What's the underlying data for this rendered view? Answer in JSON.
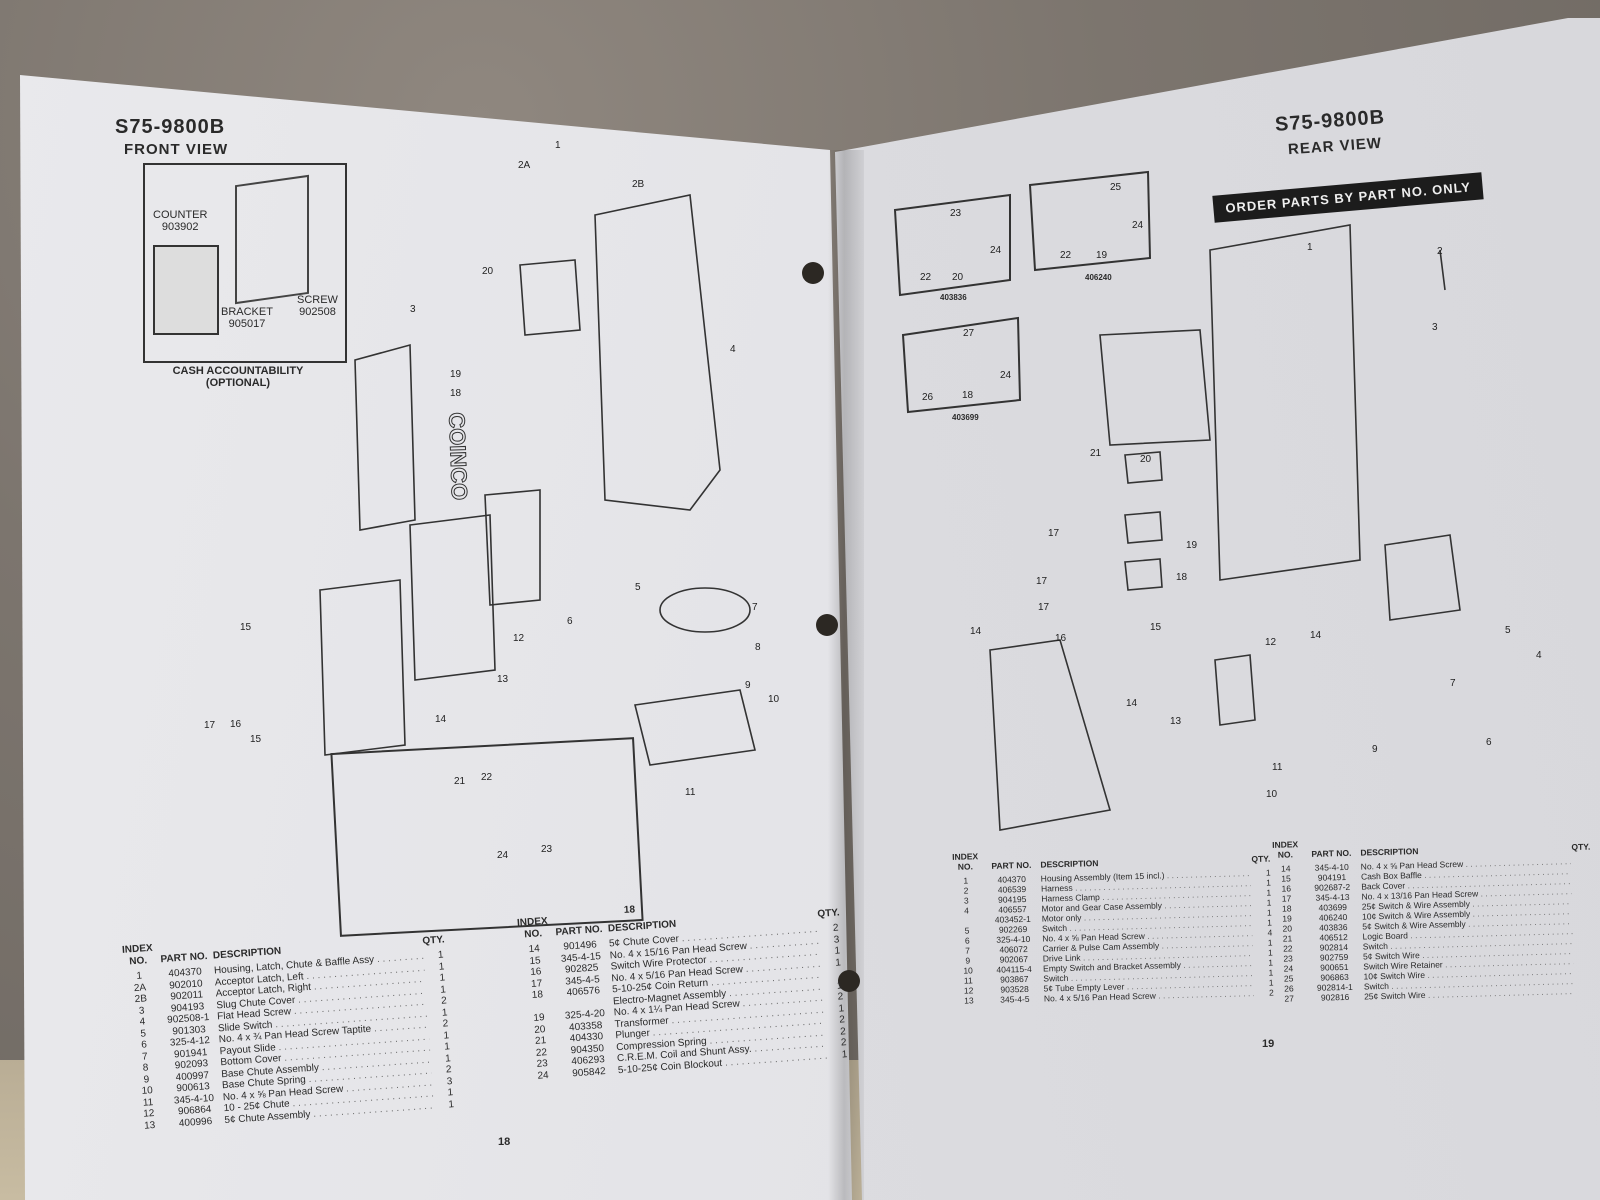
{
  "left_page": {
    "model": "S75-9800B",
    "view": "FRONT VIEW",
    "inset": {
      "counter_label": "COUNTER",
      "counter_part": "903902",
      "bracket_label": "BRACKET",
      "bracket_part": "905017",
      "screw_label": "SCREW",
      "screw_part": "902508",
      "caption": "CASH ACCOUNTABILITY",
      "caption_sub": "(OPTIONAL)"
    },
    "logo_text": "COINCO",
    "detail_box_number": "18",
    "callouts": [
      "1",
      "2A",
      "2B",
      "20",
      "3",
      "19",
      "18",
      "4",
      "5",
      "6",
      "7",
      "8",
      "9",
      "10",
      "11",
      "12",
      "13",
      "14",
      "15",
      "15",
      "16",
      "17",
      "21",
      "22",
      "23",
      "24"
    ],
    "page_number": "18",
    "table_headers": {
      "index": "INDEX NO.",
      "part": "PART NO.",
      "description": "DESCRIPTION",
      "qty": "QTY."
    },
    "table1": [
      {
        "index": "1",
        "part": "404370",
        "description": "Housing, Latch, Chute & Baffle Assy",
        "qty": "1"
      },
      {
        "index": "2A",
        "part": "902010",
        "description": "Acceptor Latch, Left",
        "qty": "1"
      },
      {
        "index": "2B",
        "part": "902011",
        "description": "Acceptor Latch, Right",
        "qty": "1"
      },
      {
        "index": "3",
        "part": "904193",
        "description": "Slug Chute Cover",
        "qty": "1"
      },
      {
        "index": "4",
        "part": "902508-1",
        "description": "Flat Head Screw",
        "qty": "2"
      },
      {
        "index": "5",
        "part": "901303",
        "description": "Slide Switch",
        "qty": "1"
      },
      {
        "index": "6",
        "part": "325-4-12",
        "description": "No. 4 x ¾ Pan Head Screw Taptite",
        "qty": "2"
      },
      {
        "index": "7",
        "part": "901941",
        "description": "Payout Slide",
        "qty": "1"
      },
      {
        "index": "8",
        "part": "902093",
        "description": "Bottom Cover",
        "qty": "1"
      },
      {
        "index": "9",
        "part": "400997",
        "description": "Base Chute Assembly",
        "qty": "1"
      },
      {
        "index": "10",
        "part": "900613",
        "description": "Base Chute Spring",
        "qty": "2"
      },
      {
        "index": "11",
        "part": "345-4-10",
        "description": "No. 4 x ⅝ Pan Head Screw",
        "qty": "3"
      },
      {
        "index": "12",
        "part": "906864",
        "description": "10 - 25¢ Chute",
        "qty": "1"
      },
      {
        "index": "13",
        "part": "400996",
        "description": "5¢ Chute Assembly",
        "qty": "1"
      }
    ],
    "table2": [
      {
        "index": "14",
        "part": "901496",
        "description": "5¢ Chute Cover",
        "qty": "2"
      },
      {
        "index": "15",
        "part": "345-4-15",
        "description": "No. 4 x 15/16 Pan Head Screw",
        "qty": "3"
      },
      {
        "index": "16",
        "part": "902825",
        "description": "Switch Wire Protector",
        "qty": "1"
      },
      {
        "index": "17",
        "part": "345-4-5",
        "description": "No. 4 x 5/16 Pan Head Screw",
        "qty": "1"
      },
      {
        "index": "18",
        "part": "406576",
        "description": "5-10-25¢ Coin Return",
        "qty": ""
      },
      {
        "index": "",
        "part": "",
        "description": "  Electro-Magnet Assembly",
        "qty": "1"
      },
      {
        "index": "19",
        "part": "325-4-20",
        "description": "No. 4 x 1¼ Pan Head Screw",
        "qty": "2"
      },
      {
        "index": "20",
        "part": "403358",
        "description": "Transformer",
        "qty": "1"
      },
      {
        "index": "21",
        "part": "404330",
        "description": "Plunger",
        "qty": "2"
      },
      {
        "index": "22",
        "part": "904350",
        "description": "Compression Spring",
        "qty": "2"
      },
      {
        "index": "23",
        "part": "406293",
        "description": "C.R.E.M. Coil and Shunt Assy.",
        "qty": "2"
      },
      {
        "index": "24",
        "part": "905842",
        "description": "5-10-25¢ Coin Blockout",
        "qty": "1"
      }
    ]
  },
  "right_page": {
    "model": "S75-9800B",
    "view": "REAR VIEW",
    "banner": "ORDER PARTS BY PART NO. ONLY",
    "switch_insets": [
      {
        "part": "403836",
        "callouts": [
          "23",
          "24",
          "22",
          "20"
        ]
      },
      {
        "part": "406240",
        "callouts": [
          "25",
          "24",
          "22",
          "19"
        ]
      },
      {
        "part": "403699",
        "callouts": [
          "27",
          "24",
          "26",
          "18"
        ]
      }
    ],
    "callouts": [
      "1",
      "2",
      "3",
      "21",
      "20",
      "17",
      "19",
      "17",
      "18",
      "17",
      "15",
      "14",
      "16",
      "14",
      "12",
      "13",
      "11",
      "10",
      "9",
      "14",
      "5",
      "4",
      "7",
      "6"
    ],
    "page_number": "19",
    "table_headers": {
      "index": "INDEX NO.",
      "part": "PART NO.",
      "description": "DESCRIPTION",
      "qty": "QTY."
    },
    "table1": [
      {
        "index": "1",
        "part": "404370",
        "description": "Housing Assembly (Item 15 incl.)",
        "qty": "1"
      },
      {
        "index": "2",
        "part": "406539",
        "description": "Harness",
        "qty": "1"
      },
      {
        "index": "3",
        "part": "904195",
        "description": "Harness Clamp",
        "qty": "1"
      },
      {
        "index": "4",
        "part": "406557",
        "description": "Motor and Gear Case Assembly",
        "qty": "1"
      },
      {
        "index": "",
        "part": "403452-1",
        "description": "  Motor only",
        "qty": "1"
      },
      {
        "index": "5",
        "part": "902269",
        "description": "Switch",
        "qty": "1"
      },
      {
        "index": "6",
        "part": "325-4-10",
        "description": "No. 4 x ⅝ Pan Head Screw",
        "qty": "4"
      },
      {
        "index": "7",
        "part": "406072",
        "description": "Carrier & Pulse Cam Assembly",
        "qty": "1"
      },
      {
        "index": "",
        "part": "",
        "description": "",
        "qty": ""
      },
      {
        "index": "9",
        "part": "902067",
        "description": "Drive Link",
        "qty": "1"
      },
      {
        "index": "10",
        "part": "404115-4",
        "description": "Empty Switch and Bracket Assembly",
        "qty": "1"
      },
      {
        "index": "11",
        "part": "903867",
        "description": "Switch",
        "qty": "1"
      },
      {
        "index": "12",
        "part": "903528",
        "description": "5¢ Tube Empty Lever",
        "qty": "1"
      },
      {
        "index": "13",
        "part": "345-4-5",
        "description": "No. 4 x 5/16 Pan Head Screw",
        "qty": "2"
      }
    ],
    "table2": [
      {
        "index": "14",
        "part": "345-4-10",
        "description": "No. 4 x ⅝ Pan Head Screw",
        "qty": ""
      },
      {
        "index": "15",
        "part": "904191",
        "description": "Cash Box Baffle",
        "qty": ""
      },
      {
        "index": "16",
        "part": "902687-2",
        "description": "Back Cover",
        "qty": ""
      },
      {
        "index": "17",
        "part": "345-4-13",
        "description": "No. 4 x 13/16 Pan Head Screw",
        "qty": ""
      },
      {
        "index": "18",
        "part": "403699",
        "description": "25¢ Switch & Wire Assembly",
        "qty": ""
      },
      {
        "index": "19",
        "part": "406240",
        "description": "10¢ Switch & Wire Assembly",
        "qty": ""
      },
      {
        "index": "20",
        "part": "403836",
        "description": "5¢ Switch & Wire Assembly",
        "qty": ""
      },
      {
        "index": "21",
        "part": "406512",
        "description": "Logic Board",
        "qty": ""
      },
      {
        "index": "22",
        "part": "902814",
        "description": "Switch",
        "qty": ""
      },
      {
        "index": "23",
        "part": "902759",
        "description": "5¢ Switch Wire",
        "qty": ""
      },
      {
        "index": "24",
        "part": "900651",
        "description": "Switch Wire Retainer",
        "qty": ""
      },
      {
        "index": "25",
        "part": "906863",
        "description": "10¢ Switch Wire",
        "qty": ""
      },
      {
        "index": "26",
        "part": "902814-1",
        "description": "Switch",
        "qty": ""
      },
      {
        "index": "27",
        "part": "902816",
        "description": "25¢ Switch Wire",
        "qty": ""
      }
    ]
  }
}
